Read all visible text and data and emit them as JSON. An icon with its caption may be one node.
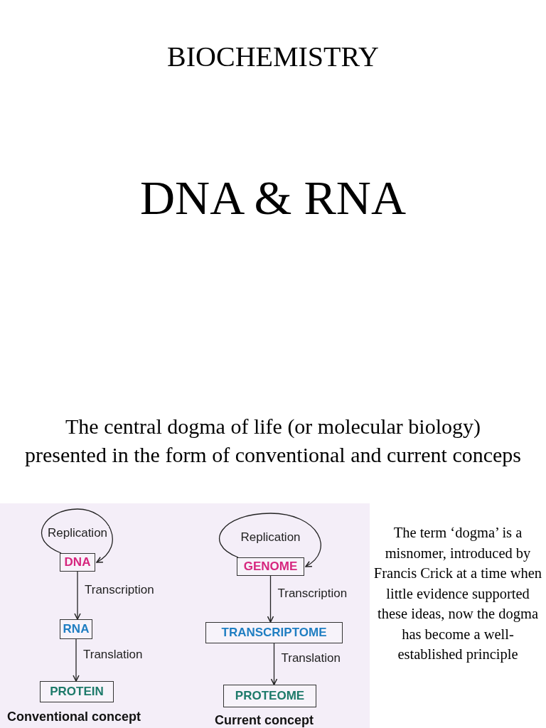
{
  "diagram": {
    "title": "BIOCHEMISTRY",
    "nodes": [
      {
        "text": [
          "DNA"
        ]
      },
      {
        "text": [
          "RNA"
        ]
      },
      {
        "text": [
          "PROTEIN"
        ]
      },
      {
        "text": [
          "GENOME"
        ]
      },
      {
        "text": [
          "TRANSCRIPTOME"
        ]
      },
      {
        "text": [
          "PROTEOME"
        ]
      }
    ],
    "edges": [
      {
        "from": 0,
        "to": 0,
        "arrow": "to",
        "label": "Replication"
      },
      {
        "from": 0,
        "to": 1,
        "arrow": "to",
        "label": "Transcription"
      },
      {
        "from": 1,
        "to": 2,
        "arrow": "to",
        "label": "Translation"
      },
      {
        "from": 3,
        "to": 3,
        "arrow": "to",
        "label": "Replication"
      },
      {
        "from": 3,
        "to": 4,
        "arrow": "to",
        "label": "Transcription"
      },
      {
        "from": 4,
        "to": 5,
        "arrow": "to",
        "label": "Translation"
      }
    ],
    "labels": [
      "DNA & RNA",
      "The central dogma of life (or molecular biology) presented in the form of conventional and current  conceps",
      "Conventional concept",
      "Current concept",
      "The term ‘dogma’ is a misnomer, introduced  by Francis Crick at a time when little evidence supported these ideas, now the dogma has become a well-established principle"
    ]
  }
}
